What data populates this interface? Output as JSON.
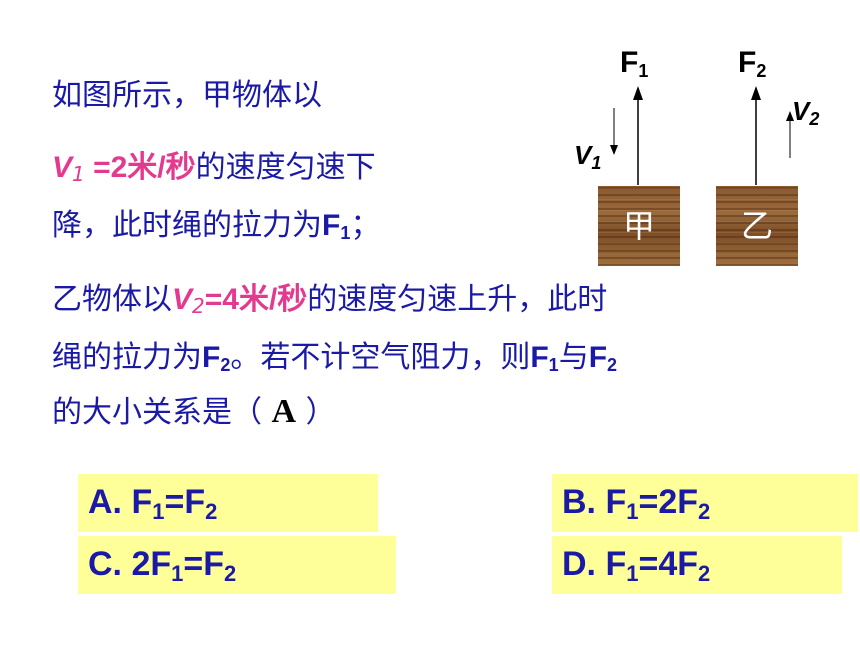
{
  "question": {
    "line1": "如图所示，甲物体以",
    "line2": {
      "v": "V",
      "v_sub": "1",
      "speed": " =2米/秒",
      "rest": "的速度匀速下"
    },
    "line3": {
      "text": "降，此时绳的拉力为",
      "f": "F",
      "f_sub": "1",
      "end": "；"
    },
    "line4": {
      "pre": "乙物体以",
      "v": "V",
      "v_sub": "2",
      "speed": "=4米/秒",
      "rest": "的速度匀速上升，此时"
    },
    "line5": {
      "pre": "绳的拉力为",
      "f2": "F",
      "f2_sub": "2",
      "mid": "。若不计空气阻力，则",
      "f1": "F",
      "f1_sub": "1",
      "with": "与",
      "f3": "F",
      "f3_sub": "2"
    },
    "line6": {
      "pre": "的大小关系是（ ",
      "answer": "A",
      "post": " ）"
    }
  },
  "options": [
    {
      "prefix": "A. F",
      "s1": "1",
      "mid": "=F",
      "s2": "2"
    },
    {
      "prefix": "B. F",
      "s1": "1",
      "mid": "=2F",
      "s2": "2"
    },
    {
      "prefix": "C. 2F",
      "s1": "1",
      "mid": "=F",
      "s2": "2"
    },
    {
      "prefix": "D. F",
      "s1": "1",
      "mid": "=4F",
      "s2": "2"
    }
  ],
  "figure": {
    "f1_label": "F",
    "f1_sub": "1",
    "f2_label": "F",
    "f2_sub": "2",
    "v1_label": "V",
    "v1_sub": "1",
    "v2_label": "V",
    "v2_sub": "2",
    "block1": "甲",
    "block2": "乙"
  }
}
